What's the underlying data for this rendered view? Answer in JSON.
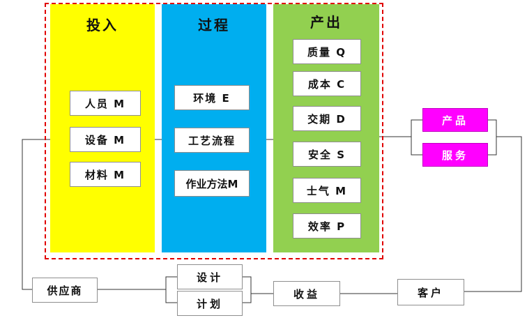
{
  "colors": {
    "input_panel": "#ffff00",
    "process_panel": "#00aeef",
    "output_panel": "#92d050",
    "magenta": "#ff00ff",
    "frame": "#e00000"
  },
  "input": {
    "title": "投入",
    "items": [
      "人员 M",
      "设备 M",
      "材料 M"
    ]
  },
  "process": {
    "title": "过程",
    "environment": "环境 E",
    "craft": "工艺流程",
    "method": "作业方法M"
  },
  "output": {
    "title": "产出",
    "items": [
      "质量 Q",
      "成本 C",
      "交期 D",
      "安全 S",
      "士气 M",
      "效率 P"
    ]
  },
  "results": [
    "产品",
    "服务"
  ],
  "bottom": {
    "supplier": "供应商",
    "design": "设计",
    "plan": "计划",
    "profit": "收益",
    "customer": "客户"
  }
}
